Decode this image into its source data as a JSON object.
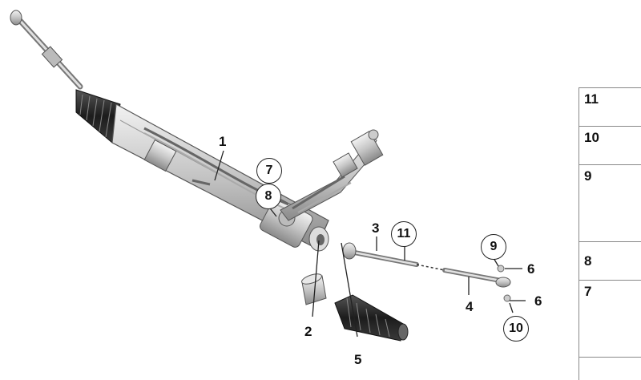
{
  "callouts": {
    "c1": "1",
    "c2": "2",
    "c3": "3",
    "c4": "4",
    "c5": "5",
    "c6a": "6",
    "c6b": "6",
    "c7": "7",
    "c8": "8",
    "c9": "9",
    "c10": "10",
    "c11": "11"
  },
  "sidebar": {
    "items": [
      {
        "label": "11",
        "icon": "hex-nut-icon"
      },
      {
        "label": "10",
        "icon": "flange-nut-icon"
      },
      {
        "label": "9",
        "icon": "hex-bolt-icon"
      },
      {
        "label": "8",
        "icon": "washer-icon"
      },
      {
        "label": "7",
        "icon": "hex-bolt-icon"
      }
    ]
  },
  "colors": {
    "part_fill": "#c9c9c9",
    "part_dark": "#555555",
    "boot_dark": "#2a2a2a",
    "leader": "#222222",
    "frame": "#888888"
  }
}
